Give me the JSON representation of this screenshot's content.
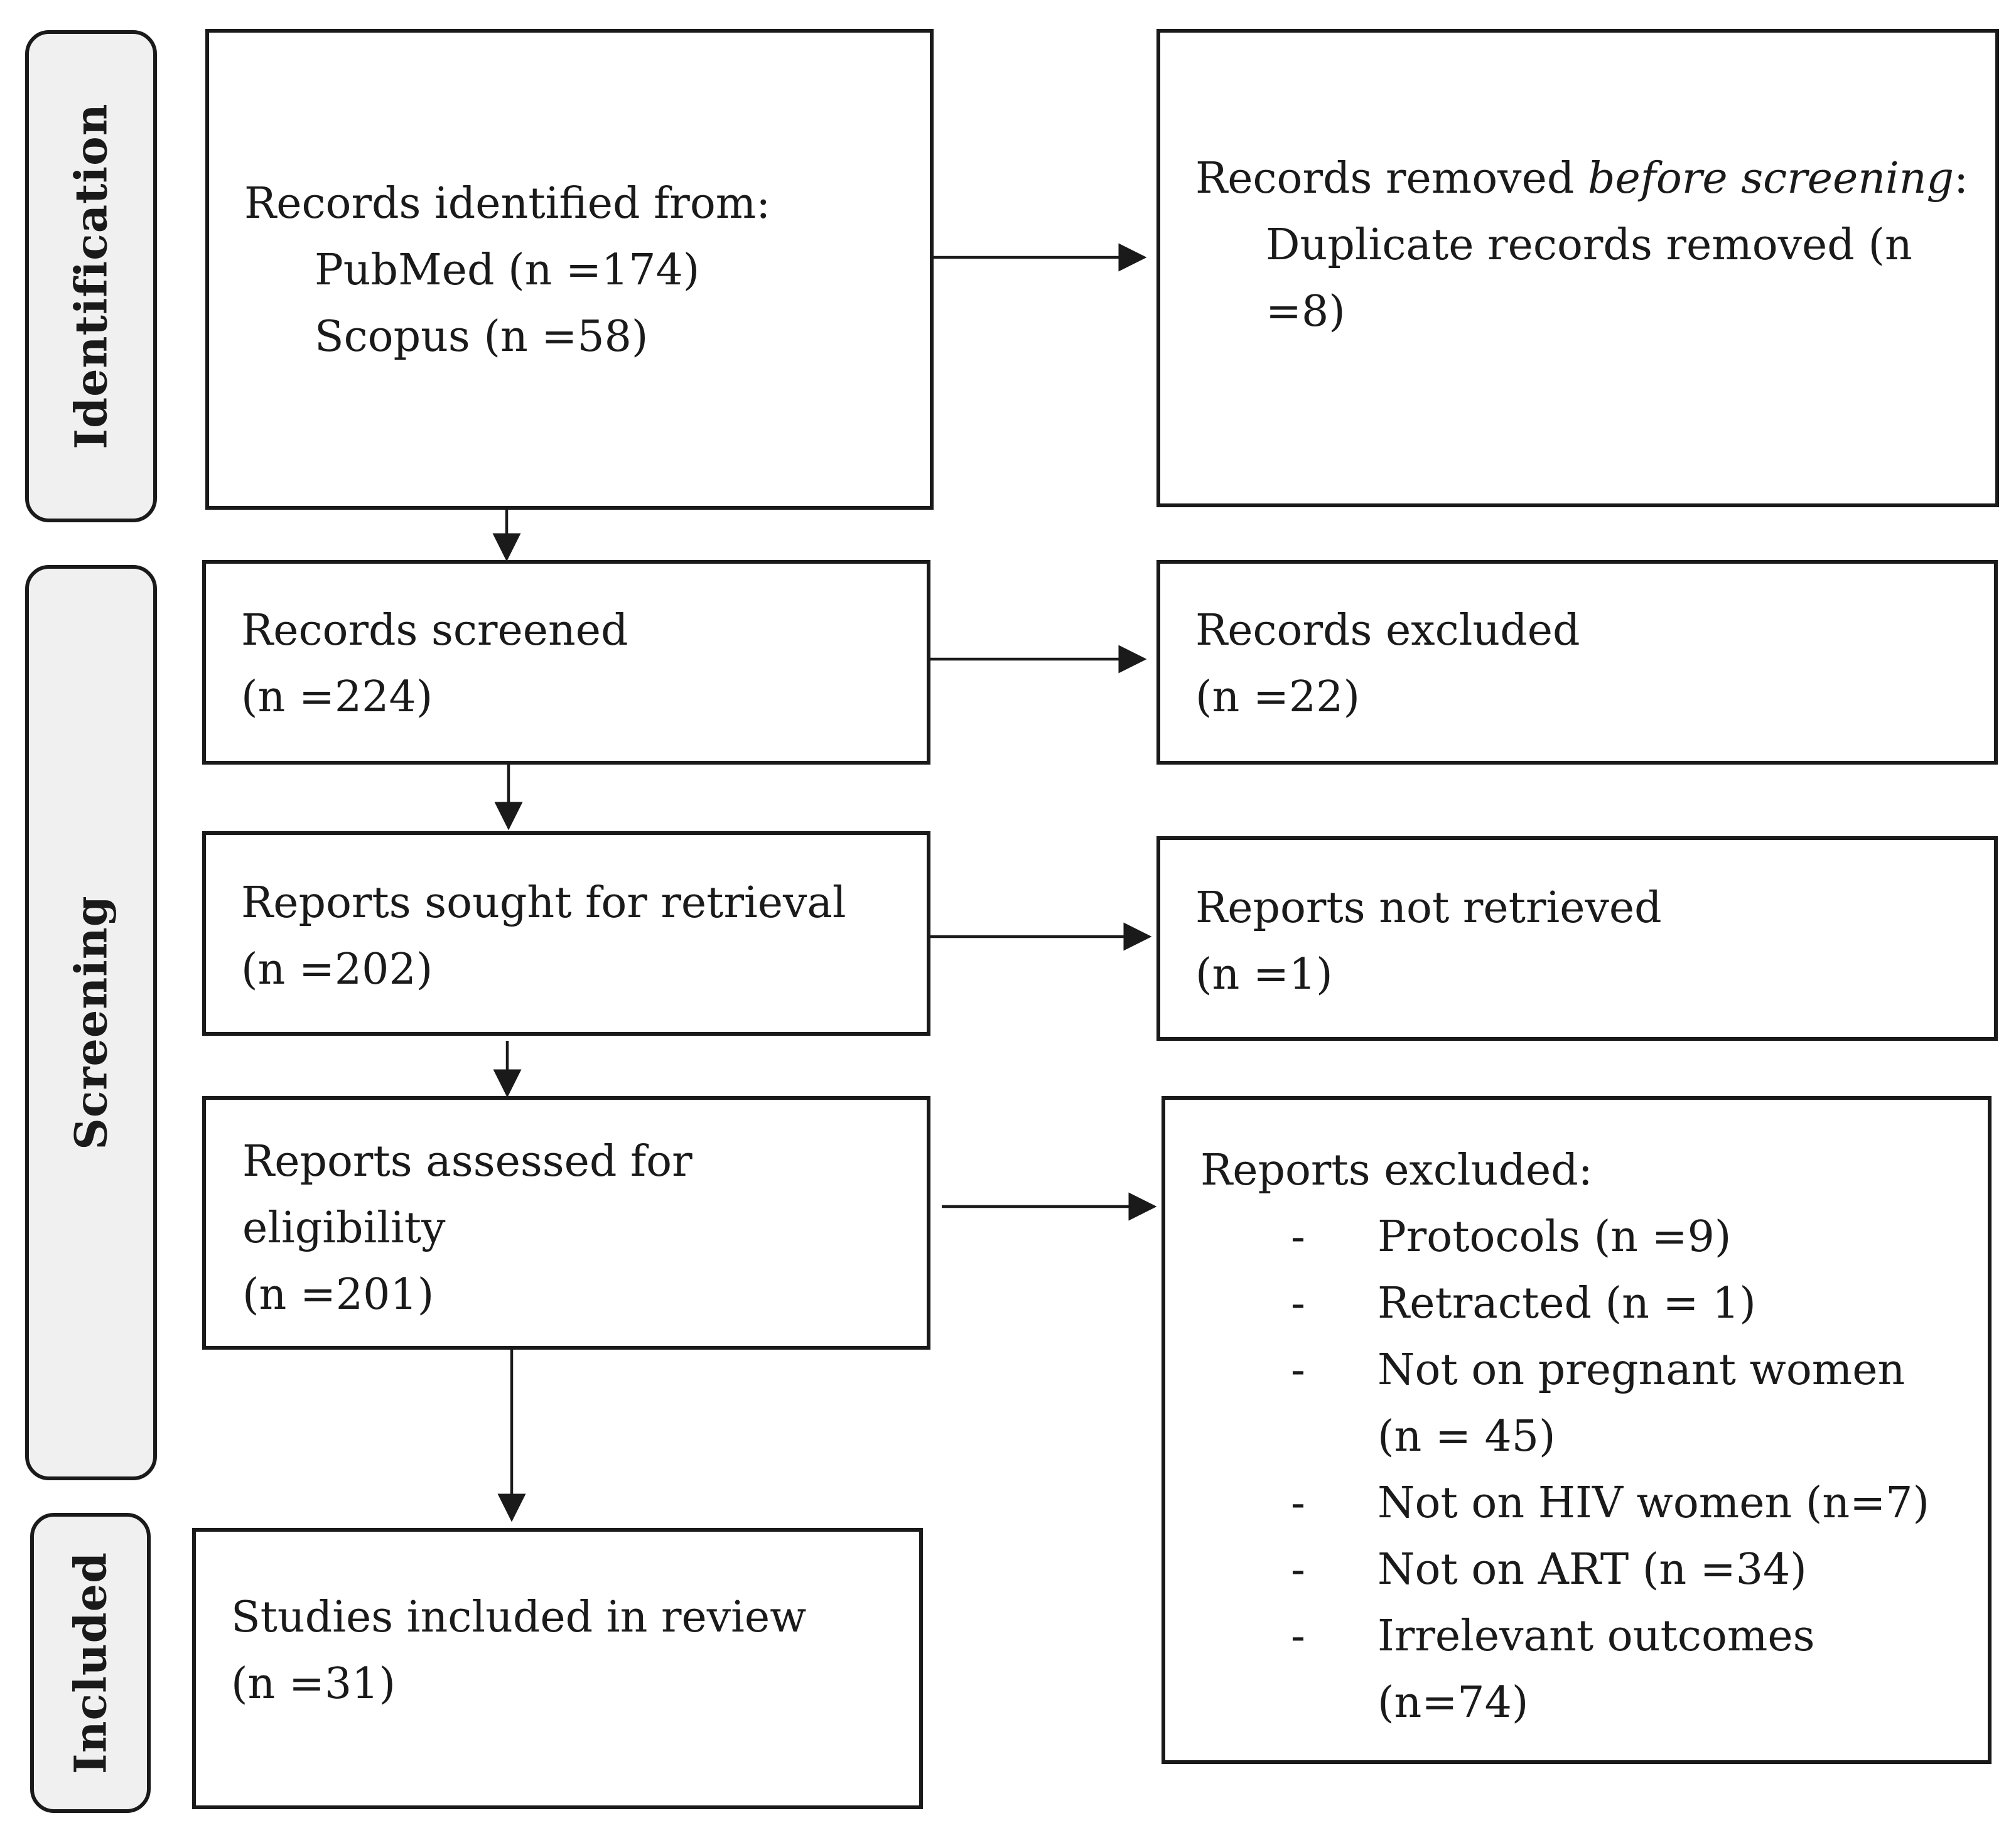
{
  "phases": {
    "identification": "Identification",
    "screening": "Screening",
    "included": "Included"
  },
  "boxes": {
    "identified": {
      "heading": "Records identified from:",
      "items": [
        "PubMed (n =174)",
        "Scopus (n =58)"
      ]
    },
    "removed": {
      "heading_pre": "Records removed ",
      "heading_italic": "before screening",
      "heading_post": ":",
      "item_line1": "Duplicate records removed (n",
      "item_line2": "=8)"
    },
    "screened": {
      "line1": "Records screened",
      "line2": "(n =224)"
    },
    "excluded": {
      "line1": "Records excluded",
      "line2": "(n =22)"
    },
    "sought": {
      "line1": "Reports sought for retrieval",
      "line2": "(n =202)"
    },
    "not_retrieved": {
      "line1": "Reports not retrieved",
      "line2": "(n =1)"
    },
    "assessed": {
      "line1": "Reports assessed for",
      "line2": "eligibility",
      "line3": "(n =201)"
    },
    "reports_excluded": {
      "heading": "Reports excluded:",
      "bullet": "-",
      "items": [
        [
          "Protocols (n =9)"
        ],
        [
          "Retracted (n = 1)"
        ],
        [
          "Not on pregnant women",
          "(n = 45)"
        ],
        [
          "Not on HIV women (n=7)"
        ],
        [
          "Not on ART (n =34)"
        ],
        [
          "Irrelevant outcomes",
          "(n=74)"
        ]
      ]
    },
    "included": {
      "line1": "Studies included in review",
      "line2": "(n =31)"
    }
  }
}
